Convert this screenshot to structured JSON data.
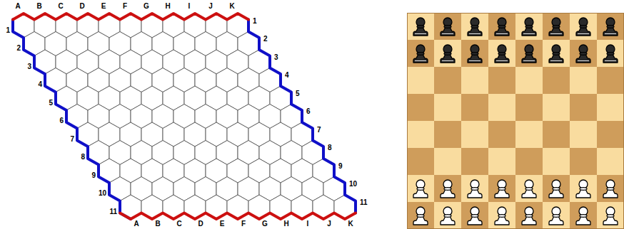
{
  "diagram": {
    "labels": [
      "A",
      "B",
      "C",
      "D",
      "E",
      "F",
      "G",
      "H",
      "I",
      "J",
      "K",
      "1",
      "2",
      "3",
      "4",
      "5",
      "6",
      "7",
      "8",
      "9",
      "10",
      "11",
      "1",
      "2",
      "3",
      "4",
      "5",
      "6",
      "7",
      "8",
      "9",
      "10",
      "11",
      "A",
      "B",
      "C",
      "D",
      "E",
      "F",
      "G",
      "H",
      "I",
      "J",
      "K"
    ]
  }
}
